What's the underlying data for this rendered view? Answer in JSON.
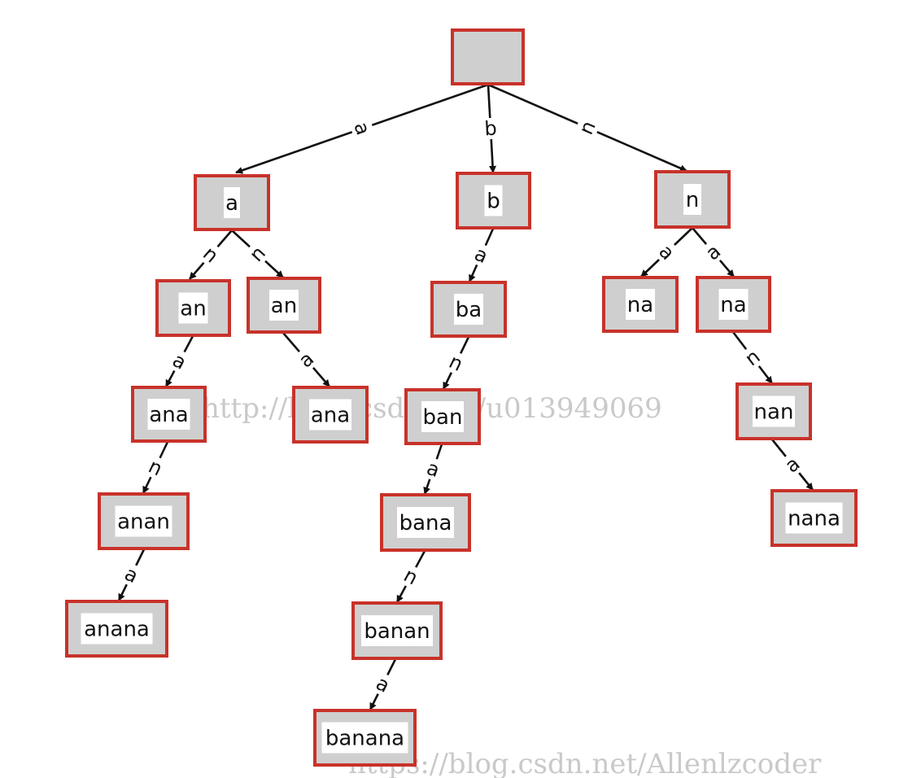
{
  "nodes": [
    {
      "id": "root",
      "label": ""
    },
    {
      "id": "a",
      "label": "a"
    },
    {
      "id": "b",
      "label": "b"
    },
    {
      "id": "n",
      "label": "n"
    },
    {
      "id": "an1",
      "label": "an"
    },
    {
      "id": "an2",
      "label": "an"
    },
    {
      "id": "ana1",
      "label": "ana"
    },
    {
      "id": "ana2",
      "label": "ana"
    },
    {
      "id": "anan",
      "label": "anan"
    },
    {
      "id": "anana",
      "label": "anana"
    },
    {
      "id": "ba",
      "label": "ba"
    },
    {
      "id": "ban",
      "label": "ban"
    },
    {
      "id": "bana",
      "label": "bana"
    },
    {
      "id": "banan",
      "label": "banan"
    },
    {
      "id": "banana",
      "label": "banana"
    },
    {
      "id": "na1",
      "label": "na"
    },
    {
      "id": "na2",
      "label": "na"
    },
    {
      "id": "nan",
      "label": "nan"
    },
    {
      "id": "nana",
      "label": "nana"
    }
  ],
  "edges": [
    {
      "from": "root",
      "to": "a",
      "label": "a"
    },
    {
      "from": "root",
      "to": "b",
      "label": "b"
    },
    {
      "from": "root",
      "to": "n",
      "label": "n"
    },
    {
      "from": "a",
      "to": "an1",
      "label": "n"
    },
    {
      "from": "a",
      "to": "an2",
      "label": "n"
    },
    {
      "from": "an1",
      "to": "ana1",
      "label": "a"
    },
    {
      "from": "an2",
      "to": "ana2",
      "label": "a"
    },
    {
      "from": "ana1",
      "to": "anan",
      "label": "n"
    },
    {
      "from": "anan",
      "to": "anana",
      "label": "a"
    },
    {
      "from": "b",
      "to": "ba",
      "label": "a"
    },
    {
      "from": "ba",
      "to": "ban",
      "label": "n"
    },
    {
      "from": "ban",
      "to": "bana",
      "label": "a"
    },
    {
      "from": "bana",
      "to": "banan",
      "label": "n"
    },
    {
      "from": "banan",
      "to": "banana",
      "label": "a"
    },
    {
      "from": "n",
      "to": "na1",
      "label": "a"
    },
    {
      "from": "n",
      "to": "na2",
      "label": "a"
    },
    {
      "from": "na2",
      "to": "nan",
      "label": "n"
    },
    {
      "from": "nan",
      "to": "nana",
      "label": "a"
    }
  ],
  "watermarks": [
    "http://blog.csdn.net/u013949069",
    "https://blog.csdn.net/Allenlzcoder"
  ],
  "colors": {
    "node_border": "#c8322a",
    "node_fill": "#cfcfcf",
    "label_fill": "#ffffff",
    "edge": "#111111",
    "watermark": "#c9c9c9"
  }
}
